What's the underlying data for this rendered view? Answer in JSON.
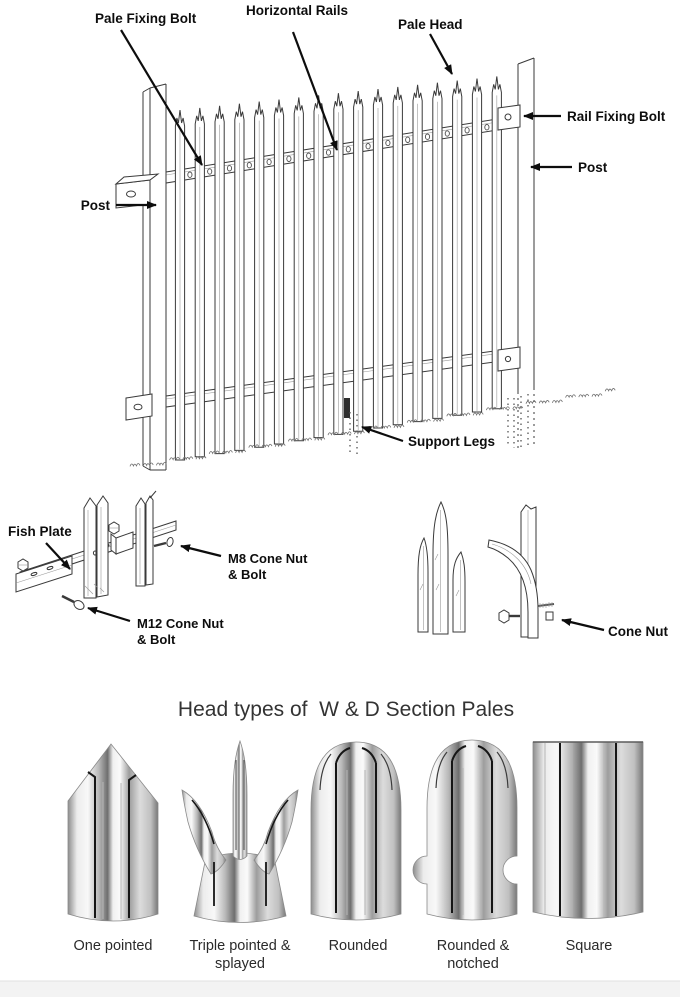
{
  "assembly_diagram": {
    "labels": {
      "pale_fixing_bolt": "Pale Fixing Bolt",
      "horizontal_rails": "Horizontal Rails",
      "pale_head": "Pale Head",
      "rail_fixing_bolt": "Rail Fixing Bolt",
      "post_right": "Post",
      "post_left": "Post",
      "support_legs": "Support Legs"
    }
  },
  "joint_detail": {
    "labels": {
      "fish_plate": "Fish Plate",
      "m8_cone": {
        "line1": "M8 Cone Nut",
        "line2": "& Bolt"
      },
      "m12_cone": {
        "line1": "M12 Cone Nut",
        "line2": "& Bolt"
      },
      "cone_nut": "Cone Nut"
    }
  },
  "head_types": {
    "title": "Head types of  W & D Section Pales",
    "items": [
      {
        "name": "one-pointed",
        "label1": "One pointed",
        "label2": ""
      },
      {
        "name": "triple-pointed-splayed",
        "label1": "Triple pointed &",
        "label2": "splayed"
      },
      {
        "name": "rounded",
        "label1": "Rounded",
        "label2": ""
      },
      {
        "name": "rounded-notched",
        "label1": "Rounded &",
        "label2": "notched"
      },
      {
        "name": "square",
        "label1": "Square",
        "label2": ""
      }
    ]
  },
  "colors": {
    "line_art": "#3a3a3a",
    "label_text": "#0d0d0d",
    "metal_dark": "#6e6e6e",
    "metal_light": "#f8f8f8",
    "footer_band": "#f3f3f3"
  }
}
